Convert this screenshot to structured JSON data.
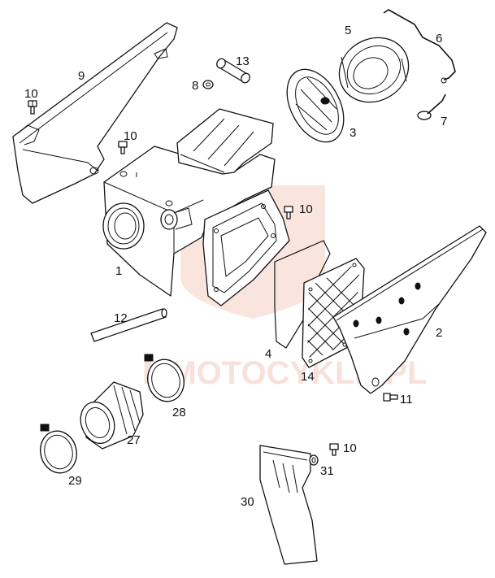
{
  "diagram": {
    "watermark_text": "MMOTOCYKLE.PL",
    "labels": [
      {
        "id": "label-1",
        "text": "1"
      },
      {
        "id": "label-2",
        "text": "2"
      },
      {
        "id": "label-3",
        "text": "3"
      },
      {
        "id": "label-4",
        "text": "4"
      },
      {
        "id": "label-5",
        "text": "5"
      },
      {
        "id": "label-6",
        "text": "6"
      },
      {
        "id": "label-7",
        "text": "7"
      },
      {
        "id": "label-8",
        "text": "8"
      },
      {
        "id": "label-9",
        "text": "9"
      },
      {
        "id": "label-10a",
        "text": "10"
      },
      {
        "id": "label-10b",
        "text": "10"
      },
      {
        "id": "label-10c",
        "text": "10"
      },
      {
        "id": "label-10d",
        "text": "10"
      },
      {
        "id": "label-11",
        "text": "11"
      },
      {
        "id": "label-12",
        "text": "12"
      },
      {
        "id": "label-13",
        "text": "13"
      },
      {
        "id": "label-14",
        "text": "14"
      },
      {
        "id": "label-27",
        "text": "27"
      },
      {
        "id": "label-28",
        "text": "28"
      },
      {
        "id": "label-29",
        "text": "29"
      },
      {
        "id": "label-30",
        "text": "30"
      },
      {
        "id": "label-31",
        "text": "31"
      }
    ]
  }
}
